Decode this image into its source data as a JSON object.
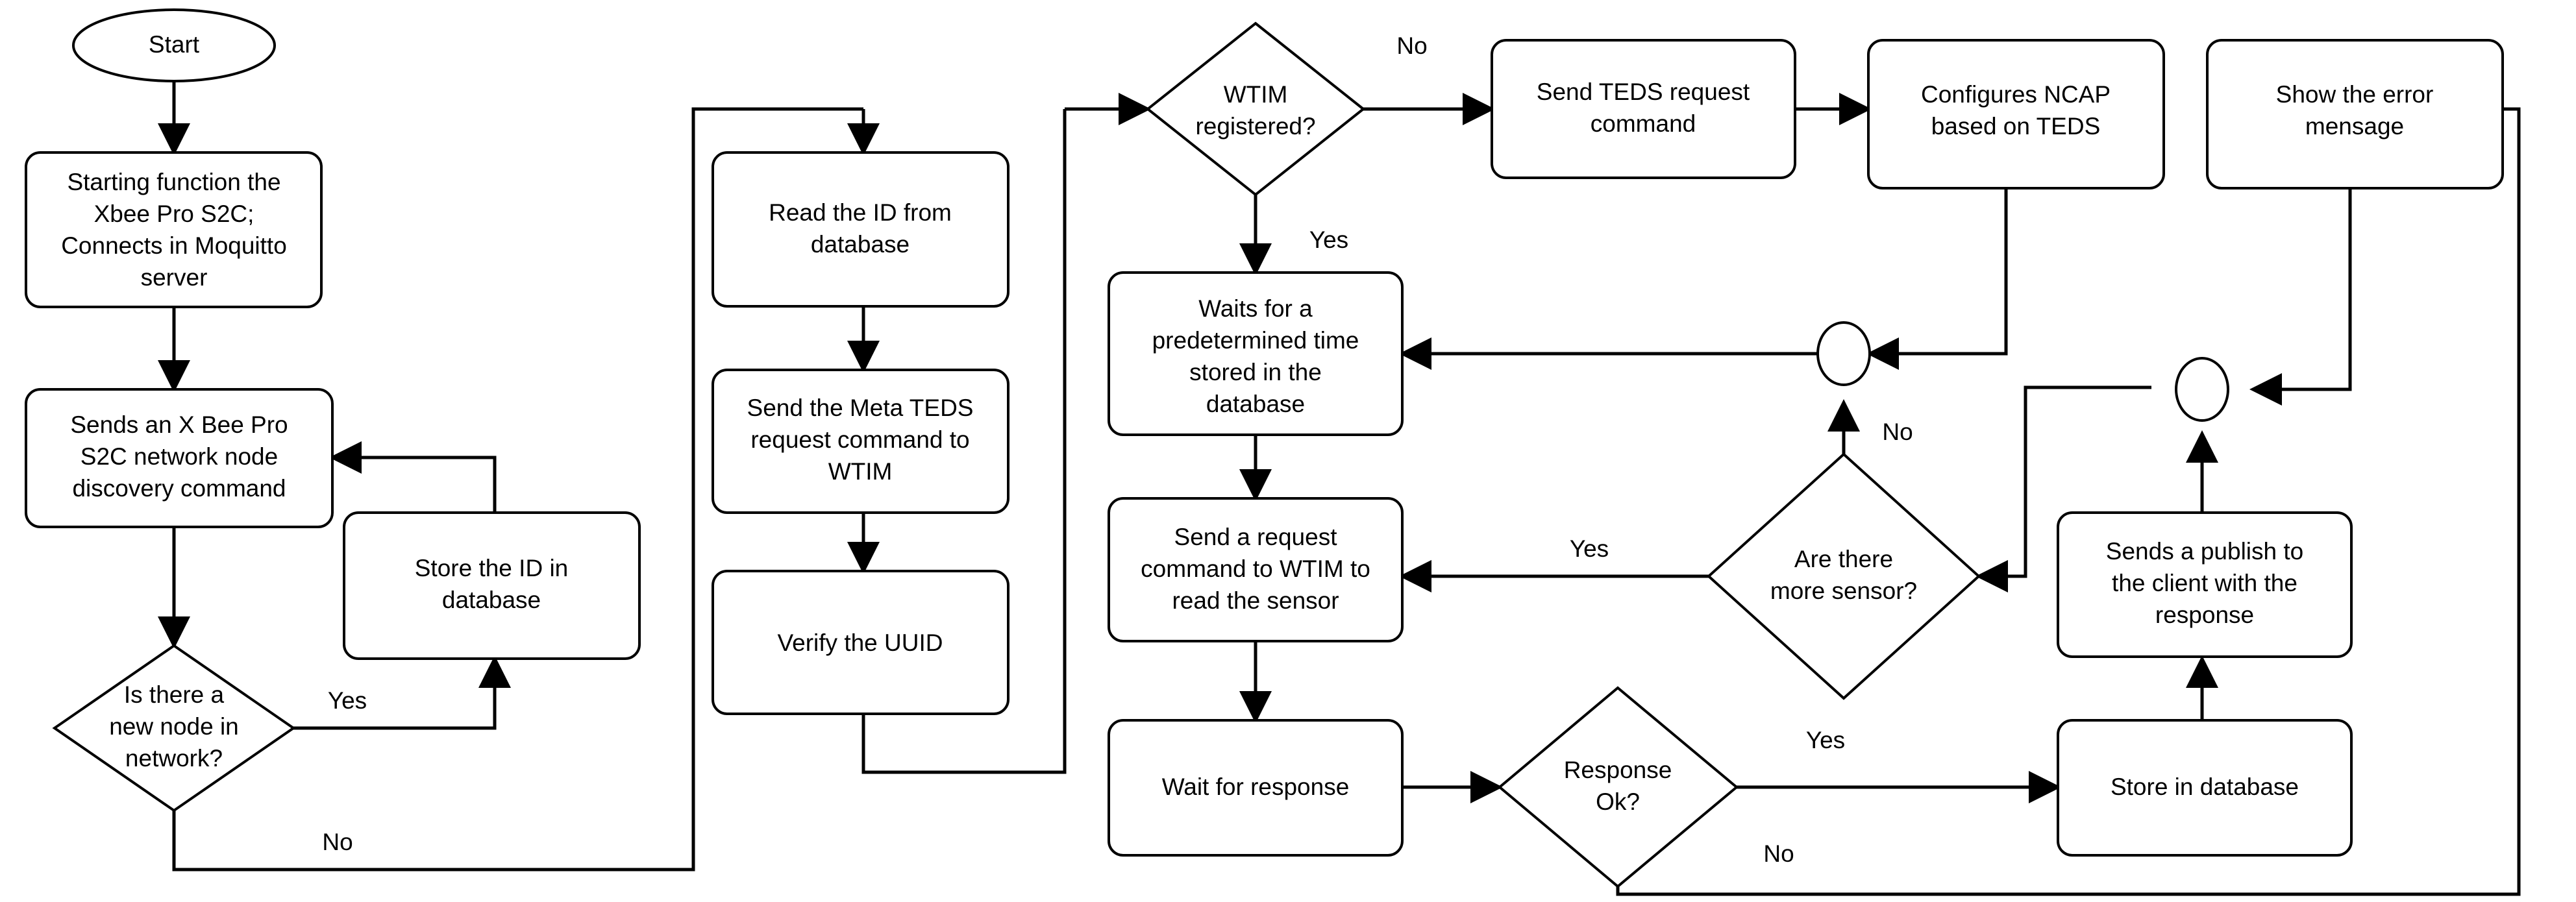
{
  "diagram": {
    "title": "NCAP / WTIM sensor network flowchart",
    "stroke_color": "#000000",
    "fill_color": "#ffffff",
    "nodes": {
      "start": {
        "label": "Start",
        "shape": "ellipse"
      },
      "starting_function": {
        "label": "Starting function the Xbee Pro S2C; Connects in Moquitto server",
        "lines": [
          "Starting function the",
          "Xbee Pro S2C;",
          "Connects in Moquitto",
          "server"
        ],
        "shape": "process"
      },
      "send_discovery": {
        "label": "Sends an X Bee Pro S2C network node discovery command",
        "lines": [
          "Sends an X Bee Pro",
          "S2C network node",
          "discovery command"
        ],
        "shape": "process"
      },
      "new_node_decision": {
        "label": "Is there a new node in network?",
        "lines": [
          "Is there a",
          "new node in",
          "network?"
        ],
        "shape": "decision"
      },
      "store_id": {
        "label": "Store the ID in database",
        "lines": [
          "Store the ID in",
          "database"
        ],
        "shape": "process"
      },
      "read_id": {
        "label": "Read the ID from database",
        "lines": [
          "Read the ID from",
          "database"
        ],
        "shape": "process"
      },
      "send_meta_teds": {
        "label": "Send the Meta TEDS request command to WTIM",
        "lines": [
          "Send the Meta TEDS",
          "request command to",
          "WTIM"
        ],
        "shape": "process"
      },
      "verify_uuid": {
        "label": "Verify the UUID",
        "lines": [
          "Verify the UUID"
        ],
        "shape": "process"
      },
      "wtim_registered": {
        "label": "WTIM registered?",
        "lines": [
          "WTIM",
          "registered?"
        ],
        "shape": "decision"
      },
      "send_teds_request": {
        "label": "Send TEDS request command",
        "lines": [
          "Send TEDS request",
          "command"
        ],
        "shape": "process"
      },
      "configures_ncap": {
        "label": "Configures NCAP based on TEDS",
        "lines": [
          "Configures NCAP",
          "based on TEDS"
        ],
        "shape": "process"
      },
      "show_error": {
        "label": "Show the error mensage",
        "lines": [
          "Show the error",
          "mensage"
        ],
        "shape": "process"
      },
      "waits_time": {
        "label": "Waits for a predetermined time stored in the database",
        "lines": [
          "Waits for a",
          "predetermined time",
          "stored in the",
          "database"
        ],
        "shape": "process"
      },
      "send_read_sensor": {
        "label": "Send a request command to WTIM to read the sensor",
        "lines": [
          "Send a request",
          "command to WTIM to",
          "read the sensor"
        ],
        "shape": "process"
      },
      "wait_response": {
        "label": "Wait for response",
        "lines": [
          "Wait for response"
        ],
        "shape": "process"
      },
      "response_ok": {
        "label": "Response Ok?",
        "lines": [
          "Response",
          "Ok?"
        ],
        "shape": "decision"
      },
      "more_sensor": {
        "label": "Are there more sensor?",
        "lines": [
          "Are there",
          "more sensor?"
        ],
        "shape": "decision"
      },
      "store_in_database": {
        "label": "Store in database",
        "lines": [
          "Store in database"
        ],
        "shape": "process"
      },
      "sends_publish": {
        "label": "Sends a publish to the client with the response",
        "lines": [
          "Sends a publish to",
          "the client with the",
          "response"
        ],
        "shape": "process"
      },
      "junction_left": {
        "label": "",
        "shape": "connector"
      },
      "junction_right": {
        "label": "",
        "shape": "connector"
      }
    },
    "edge_labels": {
      "new_node_yes": "Yes",
      "new_node_no": "No",
      "wtim_no": "No",
      "wtim_yes": "Yes",
      "more_sensor_no": "No",
      "more_sensor_yes": "Yes",
      "response_yes": "Yes",
      "response_no": "No"
    }
  }
}
